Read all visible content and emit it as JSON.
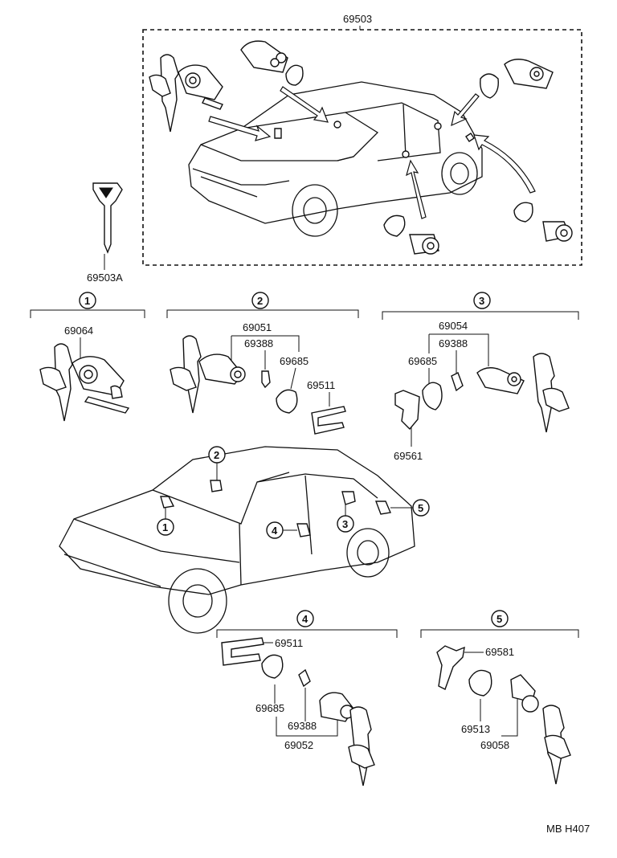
{
  "diagram": {
    "main_kit": "69503",
    "key_label": "69503A",
    "groups": [
      {
        "num": "1",
        "parts": [
          "69064"
        ]
      },
      {
        "num": "2",
        "parts": [
          "69051",
          "69388",
          "69685",
          "69511"
        ]
      },
      {
        "num": "3",
        "parts": [
          "69054",
          "69388",
          "69685",
          "69561"
        ]
      },
      {
        "num": "4",
        "parts": [
          "69511",
          "69685",
          "69388",
          "69052"
        ]
      },
      {
        "num": "5",
        "parts": [
          "69581",
          "69513",
          "69058"
        ]
      }
    ],
    "car_markers": [
      "1",
      "2",
      "3",
      "4",
      "5"
    ],
    "figure_code": "MB H407"
  }
}
